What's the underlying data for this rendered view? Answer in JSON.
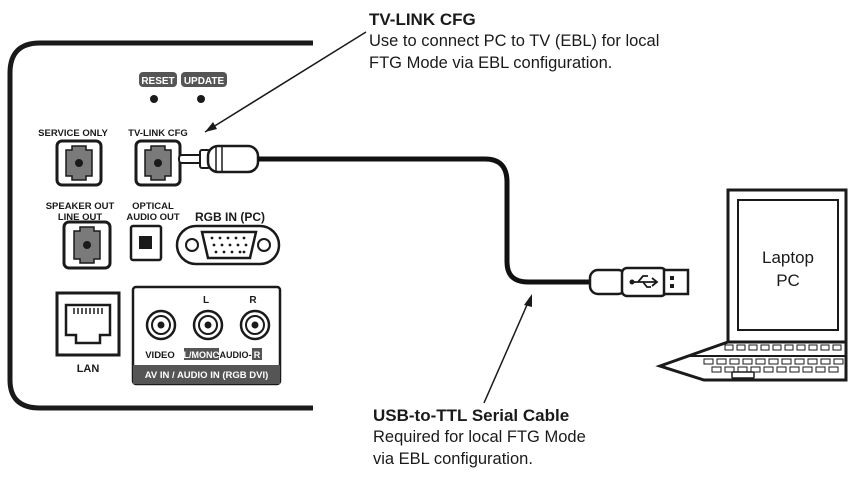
{
  "callout_top": {
    "title": "TV-LINK CFG",
    "line1": "Use to connect PC to TV (EBL) for local",
    "line2": "FTG Mode via EBL configuration."
  },
  "callout_bottom": {
    "title": "USB-to-TTL Serial Cable",
    "line1": "Required for local FTG Mode",
    "line2": "via EBL configuration."
  },
  "panel": {
    "reset": "RESET",
    "update": "UPDATE",
    "service_only": "SERVICE ONLY",
    "tv_link_cfg": "TV-LINK CFG",
    "speaker_out_1": "SPEAKER OUT",
    "speaker_out_2": "LINE OUT",
    "optical_1": "OPTICAL",
    "optical_2": "AUDIO OUT",
    "rgb_in": "RGB IN (PC)",
    "lan": "LAN",
    "label_L": "L",
    "label_R": "R",
    "video": "VIDEO",
    "l_mono": "L/MONO",
    "audio": "-AUDIO-",
    "r": "R",
    "av_in": "AV IN / AUDIO IN (RGB DVI)"
  },
  "laptop": {
    "line1": "Laptop",
    "line2": "PC"
  },
  "colors": {
    "ink": "#1a1a1a",
    "panel_stroke": "#1a1a1a",
    "jack_fill": "#7a7a7a",
    "badge_fill": "#555555",
    "cable": "#111111"
  }
}
